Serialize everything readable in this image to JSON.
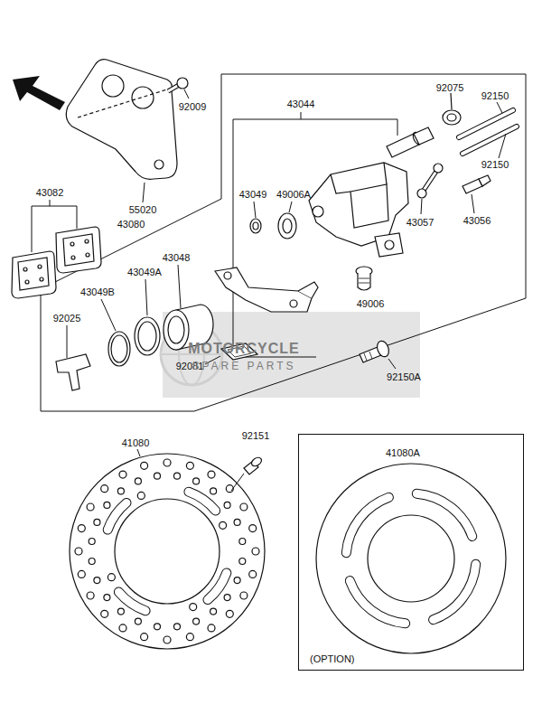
{
  "diagram": {
    "nodes": [
      {
        "text": [
          "41080A",
          "(OPTION)"
        ]
      }
    ],
    "labels": [
      "92009",
      "55020",
      "43082",
      "43080",
      "43044",
      "92075",
      "92150",
      "92150",
      "49006A",
      "43049",
      "43057",
      "43056",
      "43048",
      "43049A",
      "43049B",
      "92025",
      "49006",
      "92081",
      "92150A",
      "MOTORCYCLE",
      "SPARE PARTS",
      "41080",
      "92151"
    ]
  }
}
